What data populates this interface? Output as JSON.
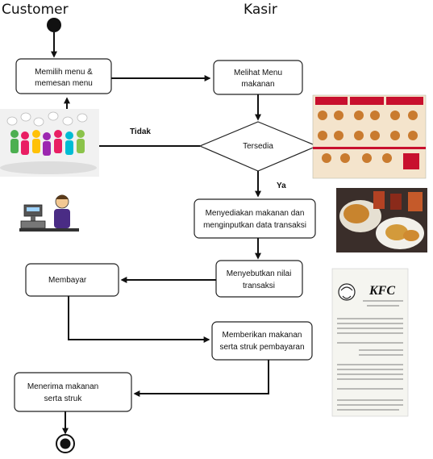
{
  "lanes": {
    "customer": "Customer",
    "kasir": "Kasir"
  },
  "nodes": {
    "memilih": [
      "Memilih menu &",
      "memesan menu"
    ],
    "melihat": [
      "Melihat Menu",
      "makanan"
    ],
    "tersedia": "Tersedia",
    "menyediakan": [
      "Menyediakan makanan dan",
      "menginputkan data transaksi"
    ],
    "menyebutkan": [
      "Menyebutkan nilai",
      "transaksi"
    ],
    "membayar": "Membayar",
    "memberikan": [
      "Memberikan makanan",
      "serta struk pembayaran"
    ],
    "menerima": [
      "Menerima makanan",
      "serta struk"
    ]
  },
  "edge_labels": {
    "tidak": "Tidak",
    "ya": "Ya"
  },
  "receipt": {
    "brand": "KFC"
  },
  "colors": {
    "line": "#111111",
    "box_border": "#222222",
    "receipt_red": "#c8102e"
  },
  "icons": [
    "people-with-speech-bubbles-icon",
    "cashier-icon",
    "kfc-menu-photo",
    "food-photo",
    "receipt-photo"
  ]
}
